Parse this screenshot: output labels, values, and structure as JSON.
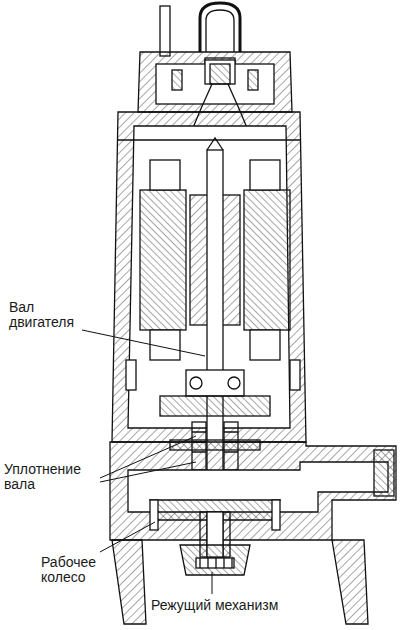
{
  "diagram": {
    "labels": [
      "Вал двигателя",
      "Уплотнение вала",
      "Рабочее колесо",
      "Режущий механизм"
    ]
  }
}
